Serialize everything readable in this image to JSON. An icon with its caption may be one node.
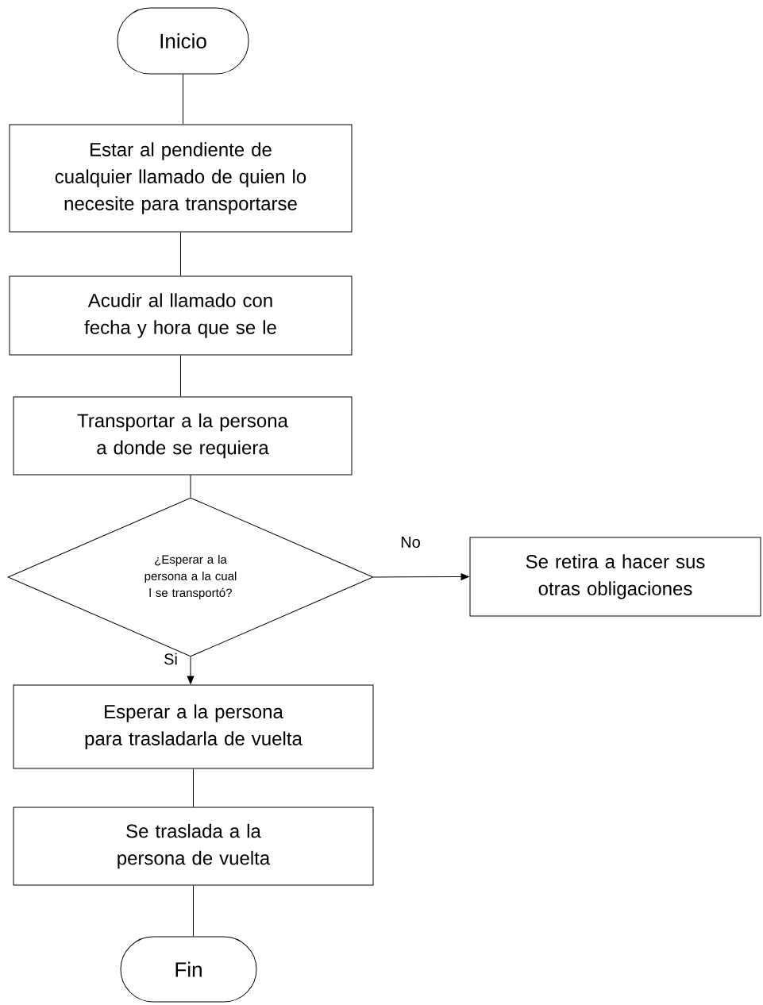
{
  "diagram": {
    "nodes": [
      {
        "text": [
          "Inicio"
        ]
      },
      {
        "text": [
          "Estar al pendiente de cualquier llamado de quien lo necesite para transportarse"
        ]
      },
      {
        "text": [
          "Acudir al llamado con fecha y hora que se le"
        ]
      },
      {
        "text": [
          "Transportar a la persona a donde se requiera"
        ]
      },
      {
        "text": [
          "¿Esperar a la persona a la cual l se transportó?"
        ]
      },
      {
        "text": [
          "Se retira a hacer sus otras obligaciones"
        ]
      },
      {
        "text": [
          "Esperar a la persona para trasladarla de vuelta"
        ]
      },
      {
        "text": [
          "Se traslada a la persona de vuelta"
        ]
      },
      {
        "text": [
          "Fin"
        ]
      }
    ],
    "edges": [
      {
        "from": 0,
        "to": 1,
        "arrow": "none"
      },
      {
        "from": 1,
        "to": 2,
        "arrow": "none"
      },
      {
        "from": 2,
        "to": 3,
        "arrow": "none"
      },
      {
        "from": 3,
        "to": 4,
        "arrow": "none"
      },
      {
        "from": 4,
        "to": 5,
        "arrow": "to",
        "label": "No"
      },
      {
        "from": 4,
        "to": 6,
        "arrow": "to",
        "label": "Si"
      },
      {
        "from": 6,
        "to": 7,
        "arrow": "none"
      },
      {
        "from": 7,
        "to": 8,
        "arrow": "none"
      }
    ]
  }
}
